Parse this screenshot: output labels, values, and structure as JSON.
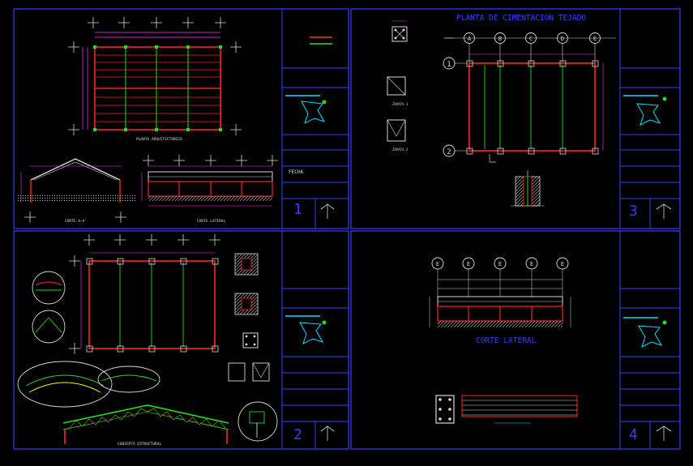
{
  "sheets": [
    {
      "number": "1",
      "drawing_titles": [
        "PLANTA ARQUITECTONICA",
        "CORTE A—A'",
        "CORTE LATERAL"
      ]
    },
    {
      "number": "2",
      "drawing_titles": [
        "CUBIERTA ESTRUCTURAL"
      ]
    },
    {
      "number": "3",
      "drawing_titles": [
        "PLANTA DE CIMENTACION TEJADO",
        "ZAPATA 1",
        "ZAPATA 2"
      ]
    },
    {
      "number": "4",
      "drawing_titles": [
        "CORTE LATERAL"
      ]
    }
  ],
  "foundation_plan": {
    "title": "PLANTA DE CIMENTACION TEJADO",
    "column_axes": [
      "A",
      "B",
      "C",
      "D",
      "E"
    ],
    "row_axes": [
      "1",
      "2"
    ]
  },
  "lateral_section": {
    "title": "CORTE LATERAL",
    "axis_label": "E"
  },
  "title_block": {
    "section_label": "FECHA"
  },
  "colors": {
    "background": "#000000",
    "frame": "#3b3bff",
    "beam": "#ff2020",
    "column": "#22dd22",
    "dimension": "#ff33ff",
    "text": "#d8d8d8",
    "cyan": "#00e0ff",
    "yellow": "#ffff00"
  }
}
